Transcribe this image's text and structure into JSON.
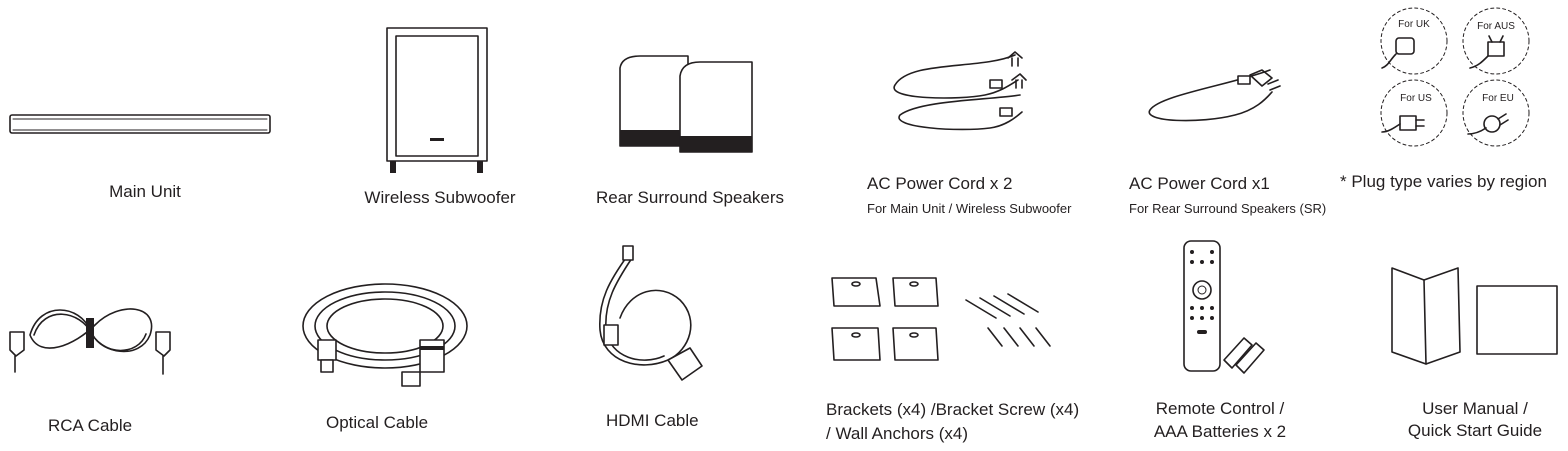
{
  "contents": {
    "main_unit": {
      "label": "Main Unit"
    },
    "subwoofer": {
      "label": "Wireless Subwoofer"
    },
    "rear_speakers": {
      "label": "Rear Surround Speakers"
    },
    "ac_cord_2": {
      "label": "AC Power Cord x 2",
      "note": "For Main Unit / Wireless Subwoofer"
    },
    "ac_cord_1": {
      "label": "AC Power Cord x1",
      "note": "For Rear Surround Speakers (SR)"
    },
    "plugs": {
      "note": "* Plug type varies by region",
      "types": [
        "For UK",
        "For AUS",
        "For US",
        "For EU"
      ]
    },
    "rca_cable": {
      "label": "RCA Cable"
    },
    "optical_cable": {
      "label": "Optical Cable"
    },
    "hdmi_cable": {
      "label": "HDMI Cable"
    },
    "brackets": {
      "label_line1": "Brackets (x4) /Bracket Screw (x4)",
      "label_line2": "/ Wall Anchors (x4)"
    },
    "remote": {
      "label_line1": "Remote Control /",
      "label_line2": "AAA Batteries x 2"
    },
    "manual": {
      "label_line1": "User Manual /",
      "label_line2": "Quick Start Guide"
    }
  }
}
